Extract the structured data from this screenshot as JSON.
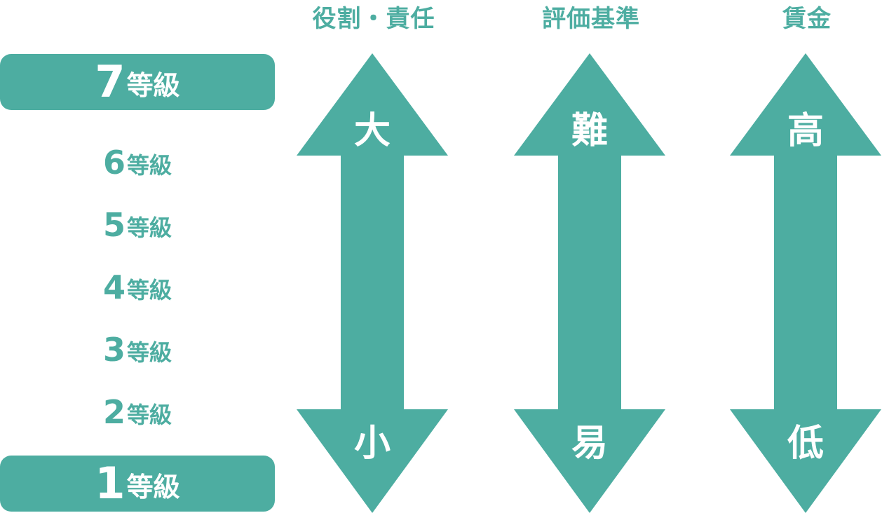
{
  "grades": {
    "top": {
      "number": "7",
      "suffix": "等級"
    },
    "middle": [
      {
        "number": "6",
        "suffix": "等級"
      },
      {
        "number": "5",
        "suffix": "等級"
      },
      {
        "number": "4",
        "suffix": "等級"
      },
      {
        "number": "3",
        "suffix": "等級"
      },
      {
        "number": "2",
        "suffix": "等級"
      }
    ],
    "bottom": {
      "number": "1",
      "suffix": "等級"
    }
  },
  "columns": [
    {
      "header": "役割・責任",
      "top_label": "大",
      "bottom_label": "小"
    },
    {
      "header": "評価基準",
      "top_label": "難",
      "bottom_label": "易"
    },
    {
      "header": "賃金",
      "top_label": "高",
      "bottom_label": "低"
    }
  ],
  "colors": {
    "accent": "#4dada1",
    "text_on_accent": "#ffffff",
    "background": "#ffffff"
  }
}
